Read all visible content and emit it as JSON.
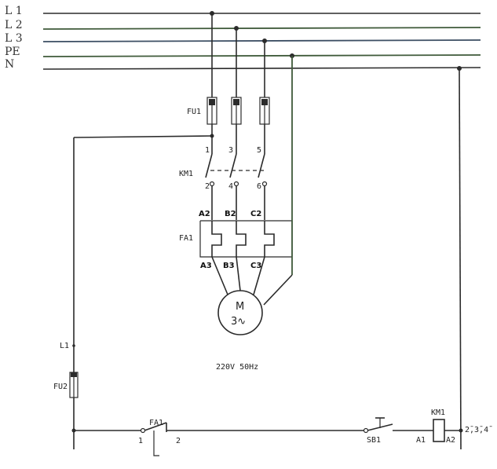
{
  "rails": {
    "l1": "L 1",
    "l2": "L 2",
    "l3": "L 3",
    "pe": "PE",
    "n": "N"
  },
  "fuse_main": "FU1",
  "fuse_ctrl": "FU2",
  "contactor": "KM1",
  "contactor_coil": "KM1",
  "term_1": "1",
  "term_3": "3",
  "term_5": "5",
  "term_2": "2",
  "term_4": "4",
  "term_6": "6",
  "overload": "FA1",
  "overload_contact": "FA1",
  "a2": "A2",
  "b2": "B2",
  "c2": "C2",
  "a3": "A3",
  "b3": "B3",
  "c3": "C3",
  "motor_m": "M",
  "motor_phase": "3∿",
  "supply": "220V  50Hz",
  "l1_tap": "L1",
  "sb1": "SB1",
  "coil_a1": "A1",
  "coil_a2": "A2",
  "fa_1": "1",
  "fa_2": "2",
  "aux": "2̄,3̄,4̄"
}
